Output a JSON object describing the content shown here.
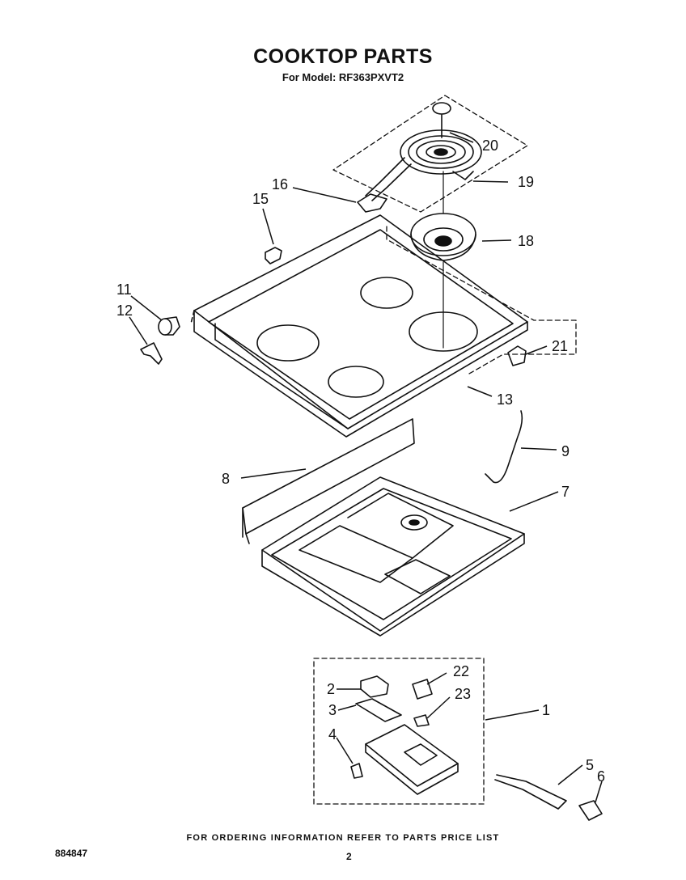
{
  "title": "COOKTOP PARTS",
  "subtitle": "For Model: RF363PXVT2",
  "footer_note": "FOR ORDERING INFORMATION REFER TO PARTS PRICE LIST",
  "document_number": "884847",
  "page_number": "2",
  "callouts": {
    "c1": "1",
    "c2": "2",
    "c3": "3",
    "c4": "4",
    "c5": "5",
    "c6": "6",
    "c7": "7",
    "c8": "8",
    "c9": "9",
    "c11": "11",
    "c12": "12",
    "c13": "13",
    "c15": "15",
    "c16": "16",
    "c18": "18",
    "c19": "19",
    "c20": "20",
    "c21": "21",
    "c22": "22",
    "c23": "23"
  },
  "colors": {
    "ink": "#111111",
    "paper": "#ffffff"
  }
}
